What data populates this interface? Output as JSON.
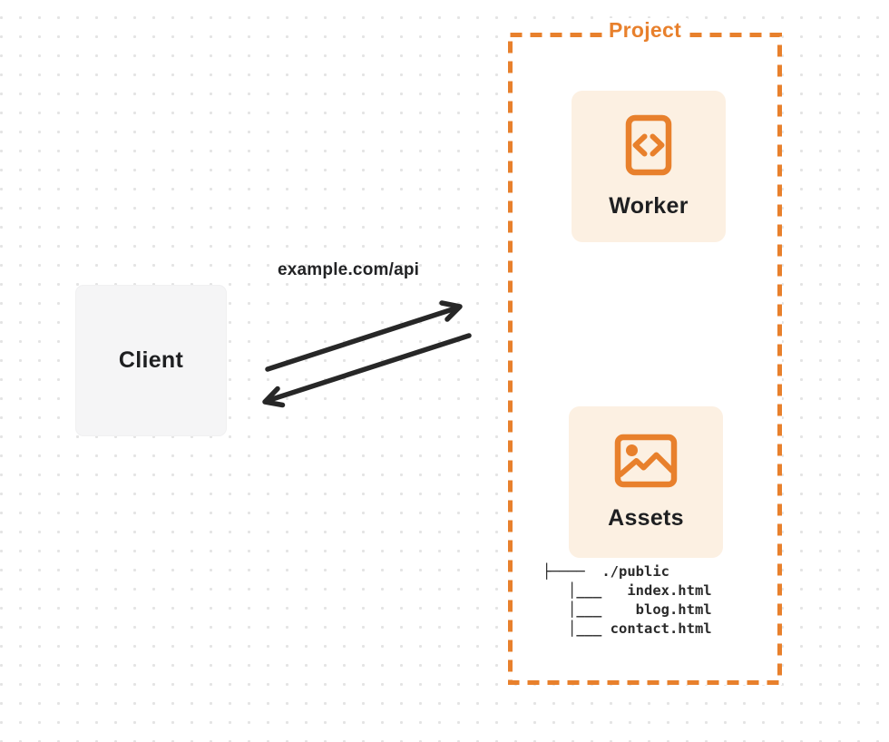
{
  "colors": {
    "accent_orange": "#e8802c",
    "card_background": "#fcf0e2",
    "client_background": "#f5f5f6",
    "ink": "#272727",
    "dot_grid": "#e4e4e4"
  },
  "client": {
    "label": "Client"
  },
  "request": {
    "label": "example.com/api"
  },
  "project": {
    "label": "Project",
    "worker": {
      "label": "Worker",
      "icon": "code-document-icon"
    },
    "assets": {
      "label": "Assets",
      "icon": "image-icon"
    },
    "file_tree": {
      "lines": [
        "├────  ./public",
        "   │___   index.html",
        "   │___    blog.html",
        "   │___ contact.html"
      ]
    }
  }
}
